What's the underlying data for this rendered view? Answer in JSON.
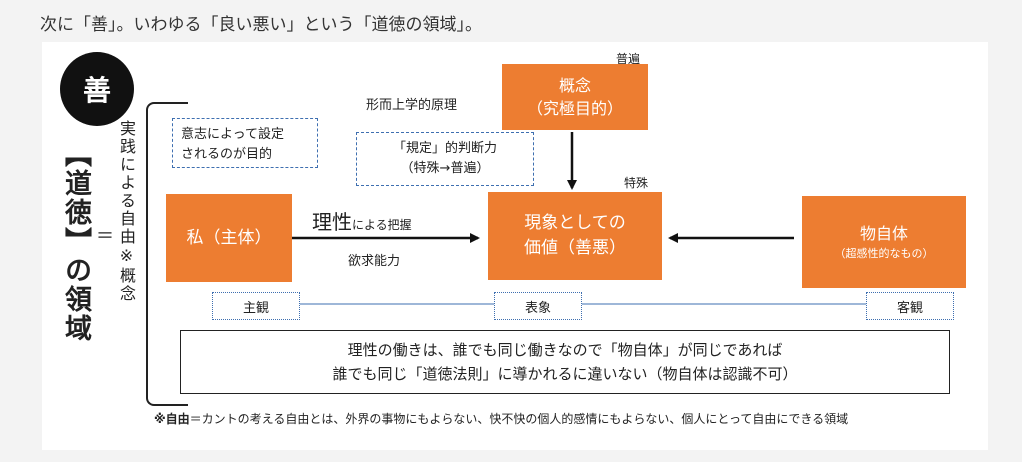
{
  "heading": "次に「善」。いわゆる「良い悪い」という「道徳の領域」。",
  "diagram": {
    "circle_char": "善",
    "domain_title": "【道徳】の領域",
    "equals": "＝",
    "practice_label": "実践による自由※概念",
    "will_box": [
      "意志によって設定",
      "されるのが目的"
    ],
    "judgment_box": [
      "「規定」的判断力",
      "（特殊→普遍）"
    ],
    "metaphysics_label": "形而上学的原理",
    "universal_label": "普遍",
    "particular_label": "特殊",
    "concept_box": [
      "概念",
      "（究極目的）"
    ],
    "self_box": "私（主体）",
    "phenomenon_box": [
      "現象としての",
      "価値（善悪）"
    ],
    "thing_box": "物自体",
    "thing_sub": "（超感性的なもの）",
    "reason_big": "理性",
    "reason_small": "による把握",
    "desire_label": "欲求能力",
    "subjective_label": "主観",
    "representation_label": "表象",
    "objective_label": "客観",
    "note_lines": [
      "理性の働きは、誰でも同じ働きなので「物自体」が同じであれば",
      "誰でも同じ「道徳法則」に導かれるに違いない（物自体は認識不可）"
    ],
    "footnote_bold": "※自由",
    "footnote_text": "＝カントの考える自由とは、外界の事物にもよらない、快不快の個人的感情にもよらない、個人にとって自由にできる領域"
  },
  "colors": {
    "orange": "#ed7d31",
    "blue_dashed": "#3e6fb0",
    "black": "#111111"
  }
}
